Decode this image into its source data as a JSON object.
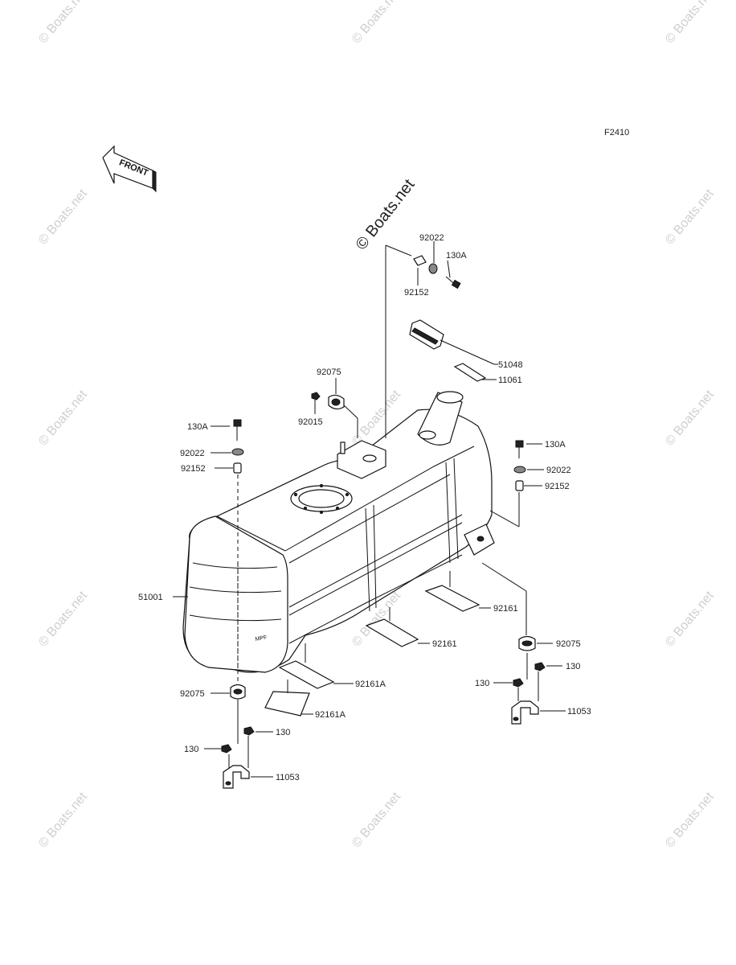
{
  "figure_code": "F2410",
  "front_arrow_label": "FRONT",
  "watermark": "© Boats.net",
  "center_watermark": "© Boats.net",
  "parts": {
    "p_92022_top": "92022",
    "p_130A_top": "130A",
    "p_92152_top": "92152",
    "p_51048": "51048",
    "p_11061": "11061",
    "p_92075_top": "92075",
    "p_92015": "92015",
    "p_130A_left": "130A",
    "p_92022_left": "92022",
    "p_92152_left": "92152",
    "p_130A_right": "130A",
    "p_92022_right": "92022",
    "p_92152_right": "92152",
    "p_51001": "51001",
    "p_92161_r1": "92161",
    "p_92161_r2": "92161",
    "p_92075_right": "92075",
    "p_130_right_a": "130",
    "p_130_right_b": "130",
    "p_11053_right": "11053",
    "p_92161A_a": "92161A",
    "p_92161A_b": "92161A",
    "p_92075_left": "92075",
    "p_130_left_a": "130",
    "p_130_left_b": "130",
    "p_11053_left": "11053"
  }
}
